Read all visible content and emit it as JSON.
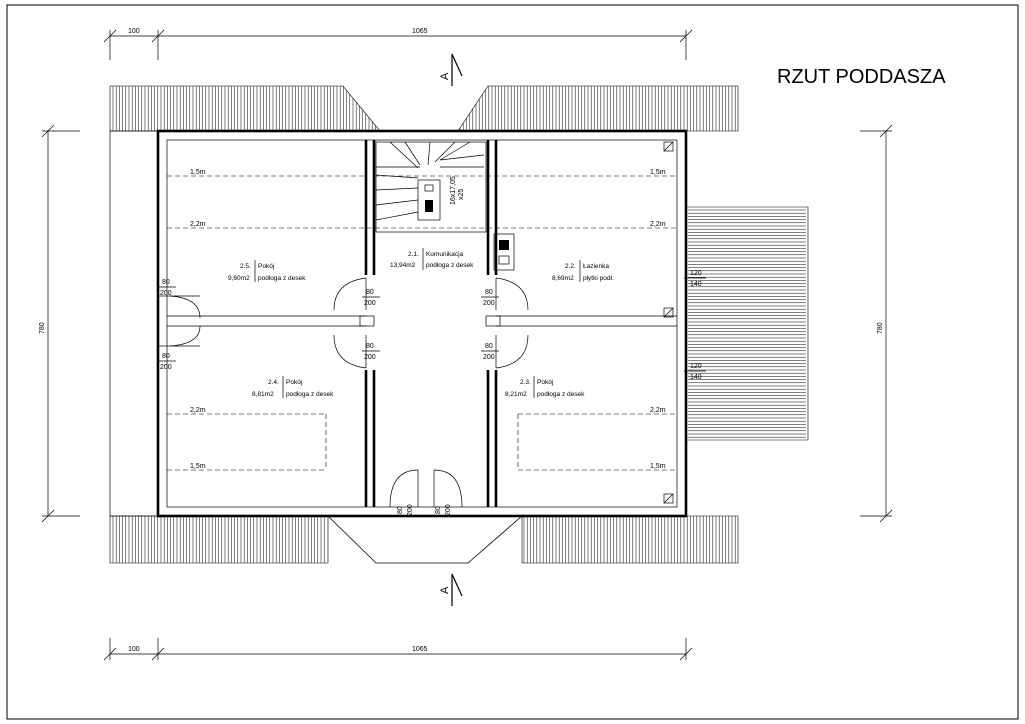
{
  "title": "RZUT PODDASZA",
  "dimensions": {
    "top_overhang": "100",
    "top_length": "1065",
    "bottom_overhang": "100",
    "bottom_length": "1065",
    "left_height": "780",
    "right_height": "780"
  },
  "section_marker": "A",
  "rooms": {
    "r25": {
      "number": "2.5.",
      "name": "Pokój",
      "area": "9,60m2",
      "floor": "podłoga z desek"
    },
    "r21": {
      "number": "2.1.",
      "name": "Komunikacja",
      "area": "13,94m2",
      "floor": "podłoga z desek"
    },
    "r22": {
      "number": "2.2.",
      "name": "Łazienka",
      "area": "8,69m2",
      "floor": "płytki podł."
    },
    "r24": {
      "number": "2.4.",
      "name": "Pokój",
      "area": "8,81m2",
      "floor": "podłoga z desek"
    },
    "r23": {
      "number": "2.3.",
      "name": "Pokój",
      "area": "8,21m2",
      "floor": "podłoga z desek"
    }
  },
  "heights": {
    "h15": "1,5m",
    "h22": "2,2m"
  },
  "doors": {
    "width": "80",
    "height": "200"
  },
  "windows": {
    "width": "120",
    "height": "140"
  },
  "stairs": {
    "line1": "16x17,05",
    "line2": "x25"
  }
}
